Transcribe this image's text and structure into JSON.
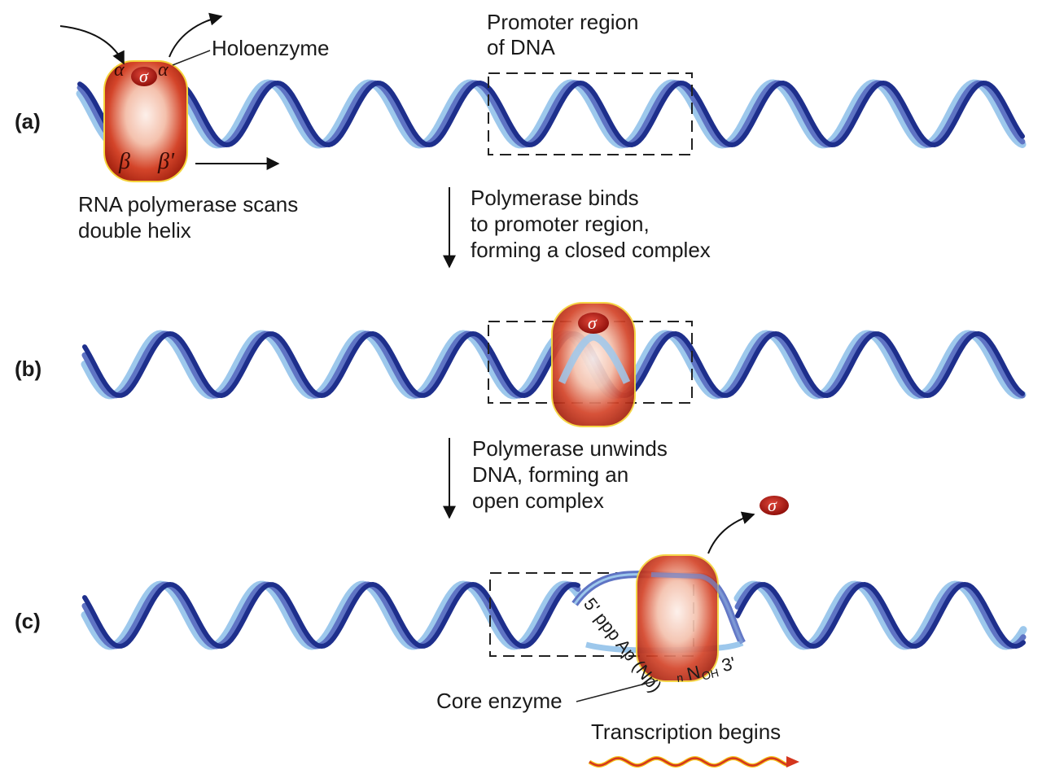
{
  "panels": {
    "a": {
      "label": "(a)",
      "holoenzyme_label": "Holoenzyme",
      "promoter_label_line1": "Promoter region",
      "promoter_label_line2": "of DNA",
      "caption_line1": "RNA polymerase scans",
      "caption_line2": "double helix",
      "subunits": {
        "alpha": "α",
        "sigma": "σ",
        "beta": "β",
        "beta_prime": "β'"
      }
    },
    "b": {
      "label": "(b)",
      "sigma": "σ"
    },
    "c": {
      "label": "(c)",
      "sigma": "σ",
      "rna_text": "5' ppp Ap (Np)",
      "rna_sub_n": "n",
      "rna_text2": "N",
      "rna_sub_oh": "OH",
      "rna_end": "3'",
      "core_label": "Core enzyme",
      "transcription_label": "Transcription begins"
    }
  },
  "steps": {
    "step1_line1": "Polymerase binds",
    "step1_line2": "to promoter region,",
    "step1_line3": "forming a closed complex",
    "step2_line1": "Polymerase unwinds",
    "step2_line2": "DNA, forming an",
    "step2_line3": "open complex"
  },
  "colors": {
    "strand_dark": "#1e2f8c",
    "strand_mid": "#5f74c4",
    "strand_light": "#9dc8ec",
    "enzyme_red": "#c8321e",
    "enzyme_light": "#fbe3d8",
    "sigma_red": "#a3140e",
    "wave_red": "#d4361e",
    "wave_yellow": "#f5c21a"
  }
}
